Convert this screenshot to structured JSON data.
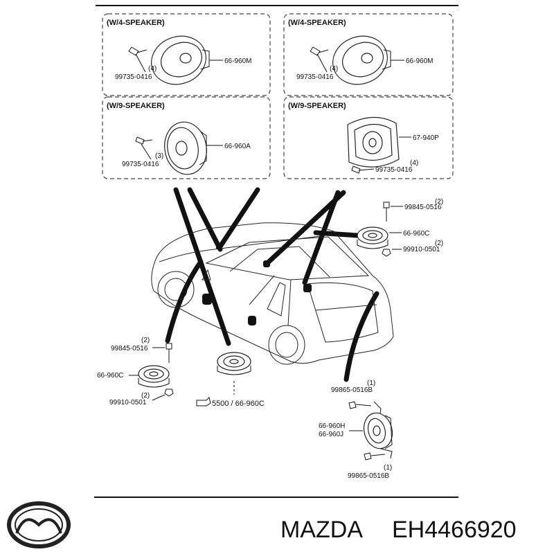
{
  "boxes": {
    "top_left_header": "(W/4-SPEAKER)",
    "top_right_header": "(W/4-SPEAKER)",
    "bottom_left_header": "(W/9-SPEAKER)",
    "bottom_right_header": "(W/9-SPEAKER)"
  },
  "parts": {
    "tl_speaker": "66-960M",
    "tl_screw": "99735-0416",
    "tl_qty": "(4)",
    "tr_speaker": "66-960M",
    "tr_screw": "99735-0416",
    "tr_qty": "(4)",
    "bl_speaker": "66-960A",
    "bl_screw": "99735-0416",
    "bl_qty": "(3)",
    "br_speaker": "67-940P",
    "br_screw": "99735-0416",
    "br_qty": "(4)",
    "rt_bolt": "99845-0516",
    "rt_bolt_qty": "(2)",
    "rt_tweeter": "66-960C",
    "rt_nut": "99910-0501",
    "rt_nut_qty": "(2)",
    "lt_bolt": "99845-0516",
    "lt_bolt_qty": "(2)",
    "lt_tweeter": "66-960C",
    "lt_nut": "99910-0501",
    "lt_nut_qty": "(2)",
    "center_ref": "5500 / 66-960C",
    "sub_screw_top": "99865-0516B",
    "sub_screw_top_qty": "(1)",
    "sub_speaker_h": "66-960H",
    "sub_speaker_j": "66-960J",
    "sub_screw_bottom": "99865-0516B",
    "sub_screw_bottom_qty": "(1)"
  },
  "caption": {
    "brand": "MAZDA",
    "part_number": "EH4466920"
  },
  "icons": {
    "logo": "mazda-logo-icon",
    "reference": "pointing-hand-icon"
  }
}
